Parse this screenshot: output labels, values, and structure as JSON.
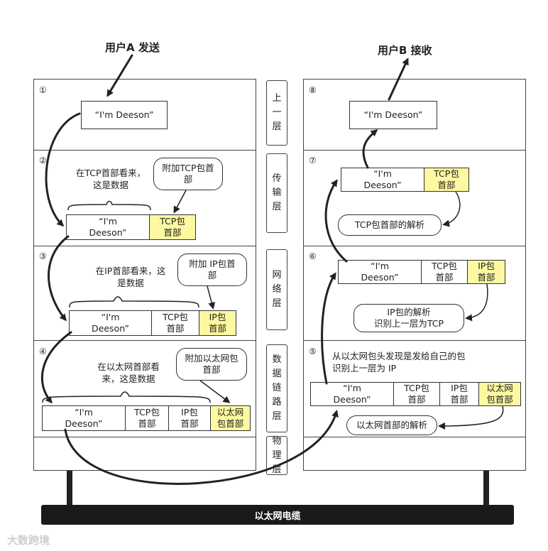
{
  "titles": {
    "sender": "用户A 发送",
    "receiver": "用户B 接收"
  },
  "layers": [
    "上一层",
    "传输层",
    "网络层",
    "数据链路层",
    "物理层"
  ],
  "step_numbers": [
    "①",
    "②",
    "③",
    "④",
    "⑤",
    "⑥",
    "⑦",
    "⑧"
  ],
  "data_label": "“I'm Deeson”",
  "data_label_split": "“I'm\nDeeson”",
  "headers": {
    "tcp": "TCP包\n首部",
    "ip": "IP包\n首部",
    "ip_alt": "IP包\n首部",
    "eth": "以太网\n包首部"
  },
  "left_notes": {
    "tcp_view": "在TCP首部看来，\n这是数据",
    "add_tcp": "附加TCP包首\n部",
    "ip_view": "在IP首部看来，这\n是数据",
    "add_ip": "附加 IP包首\n部",
    "eth_view": "在以太网首部看\n来，这是数据",
    "add_eth": "附加以太网包\n首部"
  },
  "right_notes": {
    "tcp_parse": "TCP包首部的解析",
    "ip_parse": "IP包的解析\n识别上一层为TCP",
    "eth_found": "从以太网包头发现是发给自己的包\n识别上一层为 IP",
    "eth_parse": "以太网首部的解析"
  },
  "cable_label": "以太网电缆",
  "watermark": "大数跨境"
}
